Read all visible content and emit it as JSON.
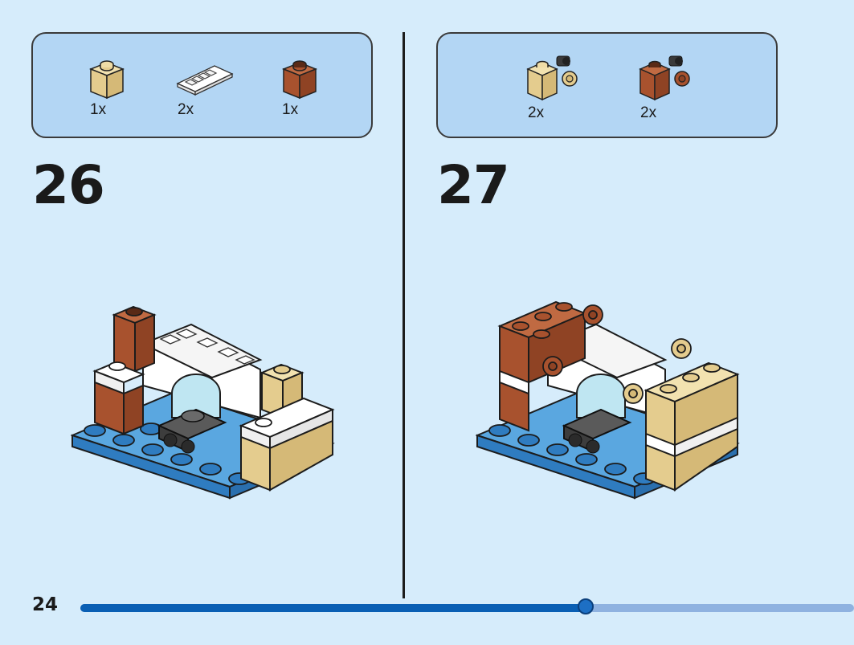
{
  "steps": [
    {
      "number": "26",
      "parts": [
        {
          "name": "tan-brick-1x1",
          "qty": "1x"
        },
        {
          "name": "white-slope-grille",
          "qty": "2x"
        },
        {
          "name": "reddish-brown-brick-1x1",
          "qty": "1x"
        }
      ]
    },
    {
      "number": "27",
      "parts": [
        {
          "name": "tan-brick-with-clip",
          "qty": "2x"
        },
        {
          "name": "reddish-brown-brick-with-clip",
          "qty": "2x"
        }
      ]
    }
  ],
  "page": {
    "number": "24"
  },
  "progress": {
    "fraction": 0.653
  },
  "colors": {
    "background": "#d6ecfb",
    "parts_box": "#b3d6f4",
    "tan": "#e4cc8e",
    "reddish_brown": "#a8522e",
    "white": "#ffffff",
    "blue_plate": "#3a8fd0",
    "progress_fill": "#0a5fb4",
    "progress_track": "#8fb2e0"
  }
}
